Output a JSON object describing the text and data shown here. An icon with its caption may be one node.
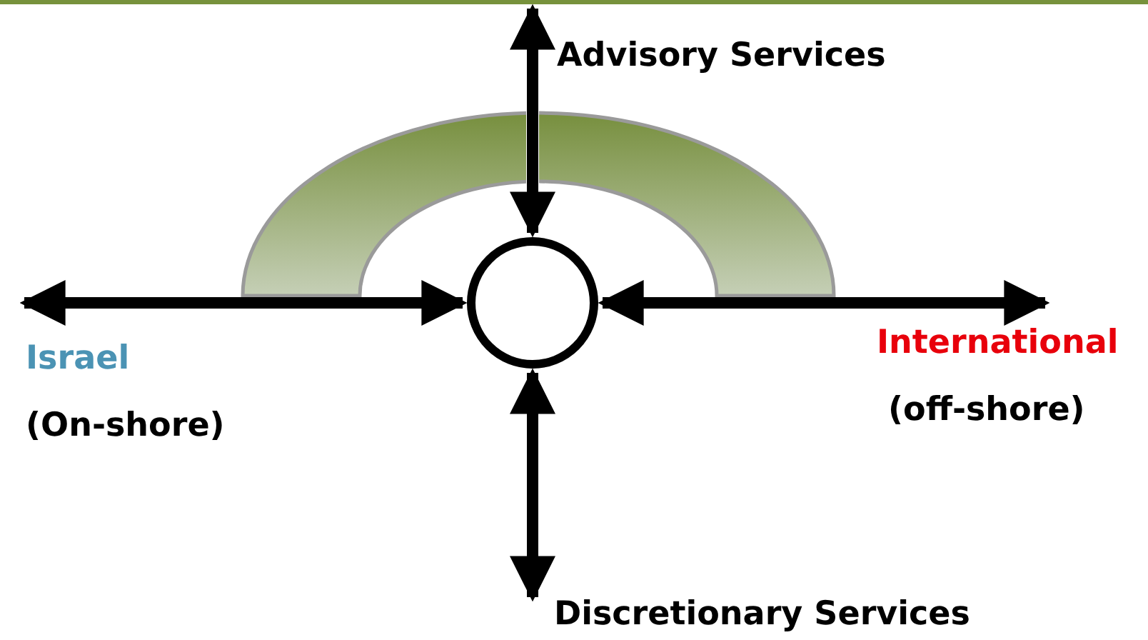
{
  "diagram": {
    "nodes": [
      {
        "text": [
          "Advisory Services"
        ]
      },
      {
        "text": [],
        "shape": "circle"
      },
      {
        "text": [
          "Israel",
          "(On-shore)"
        ]
      },
      {
        "text": [
          "International",
          "(off-shore)"
        ]
      },
      {
        "text": [
          "Discretionary Services"
        ]
      }
    ],
    "edges": [
      {
        "from": 1,
        "to": 0,
        "arrow": "both"
      },
      {
        "from": 1,
        "to": 2,
        "arrow": "both"
      },
      {
        "from": 1,
        "to": 3,
        "arrow": "both"
      },
      {
        "from": 1,
        "to": 4,
        "arrow": "both"
      }
    ]
  }
}
